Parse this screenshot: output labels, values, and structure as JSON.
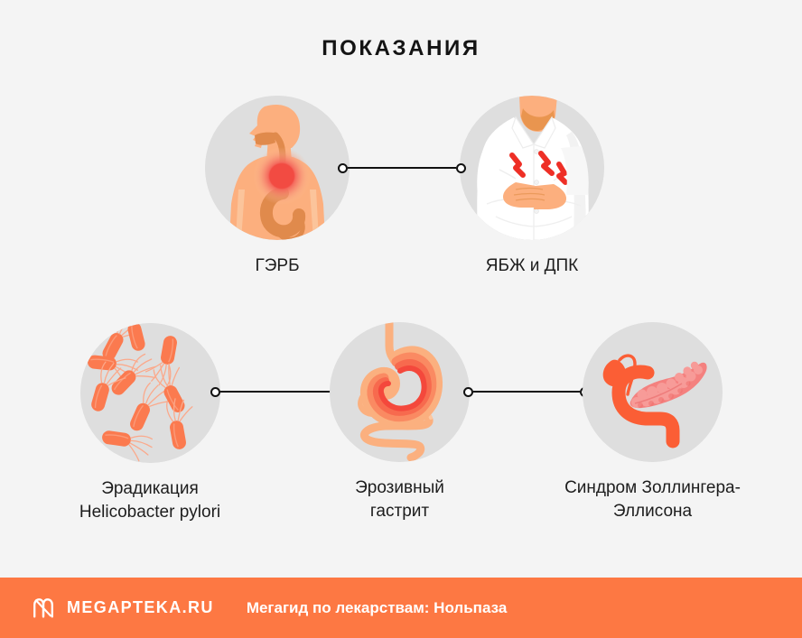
{
  "title": "ПОКАЗАНИЯ",
  "background_color": "#f4f4f4",
  "circle_color": "#dedede",
  "accent_color": "#fd7843",
  "nodes": [
    {
      "id": "gerd",
      "label": "ГЭРБ",
      "icon": "torso-heartburn-icon",
      "row": 1
    },
    {
      "id": "ulcer",
      "label": "ЯБЖ и ДПК",
      "icon": "person-abdominal-pain-icon",
      "row": 1
    },
    {
      "id": "helicobacter",
      "label": "Эрадикация\nHelicobacter pylori",
      "icon": "bacteria-icon",
      "row": 2
    },
    {
      "id": "gastritis",
      "label": "Эрозивный\nгастрит",
      "icon": "inflamed-stomach-icon",
      "row": 2
    },
    {
      "id": "zollinger",
      "label": "Синдром Золлингера-\nЭллисона",
      "icon": "pancreas-duodenum-icon",
      "row": 2
    }
  ],
  "connectors": [
    {
      "id": "gerd-to-ulcer"
    },
    {
      "id": "helicobacter-to-gastritis"
    },
    {
      "id": "gastritis-to-zollinger"
    }
  ],
  "footer": {
    "logo_icon": "megapteka-m-logo",
    "brand": "MEGAPTEKA.RU",
    "caption": "Мегагид по лекарствам: Нольпаза"
  }
}
